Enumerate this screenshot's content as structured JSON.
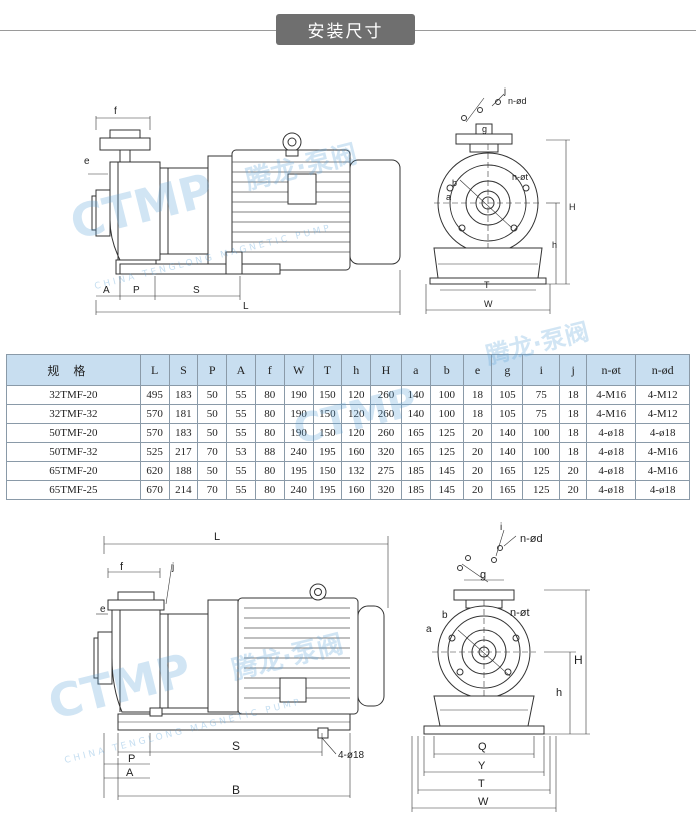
{
  "section_title": "安装尺寸",
  "watermark": {
    "brand": "CTMP",
    "cn_name": "腾龙·泵阀",
    "en_name": "CHINA TENGLONG MAGNETIC PUMP"
  },
  "top_view": {
    "side_labels": {
      "f": "f",
      "e": "e",
      "A": "A",
      "P": "P",
      "S": "S",
      "L": "L"
    },
    "front_labels": {
      "j": "j",
      "nd": "n-ød",
      "g": "g",
      "nt": "n-øt",
      "b": "b",
      "a": "a",
      "H": "H",
      "h": "h",
      "T": "T",
      "W": "W"
    }
  },
  "table": {
    "columns": [
      "规格",
      "L",
      "S",
      "P",
      "A",
      "f",
      "W",
      "T",
      "h",
      "H",
      "a",
      "b",
      "e",
      "g",
      "i",
      "j",
      "n-øt",
      "n-ød"
    ],
    "rows": [
      [
        "32TMF-20",
        "495",
        "183",
        "50",
        "55",
        "80",
        "190",
        "150",
        "120",
        "260",
        "140",
        "100",
        "18",
        "105",
        "75",
        "18",
        "4-M16",
        "4-M12"
      ],
      [
        "32TMF-32",
        "570",
        "181",
        "50",
        "55",
        "80",
        "190",
        "150",
        "120",
        "260",
        "140",
        "100",
        "18",
        "105",
        "75",
        "18",
        "4-M16",
        "4-M12"
      ],
      [
        "50TMF-20",
        "570",
        "183",
        "50",
        "55",
        "80",
        "190",
        "150",
        "120",
        "260",
        "165",
        "125",
        "20",
        "140",
        "100",
        "18",
        "4-ø18",
        "4-ø18"
      ],
      [
        "50TMF-32",
        "525",
        "217",
        "70",
        "53",
        "88",
        "240",
        "195",
        "160",
        "320",
        "165",
        "125",
        "20",
        "140",
        "100",
        "18",
        "4-ø18",
        "4-M16"
      ],
      [
        "65TMF-20",
        "620",
        "188",
        "50",
        "55",
        "80",
        "195",
        "150",
        "132",
        "275",
        "185",
        "145",
        "20",
        "165",
        "125",
        "20",
        "4-ø18",
        "4-M16"
      ],
      [
        "65TMF-25",
        "670",
        "214",
        "70",
        "55",
        "80",
        "240",
        "195",
        "160",
        "320",
        "185",
        "145",
        "20",
        "165",
        "125",
        "20",
        "4-ø18",
        "4-ø18"
      ]
    ]
  },
  "bottom_view": {
    "side_labels": {
      "L": "L",
      "f": "f",
      "j": "j",
      "e": "e",
      "P": "P",
      "S": "S",
      "A": "A",
      "B": "B",
      "holes": "4-ø18"
    },
    "front_labels": {
      "i": "i",
      "nd": "n-ød",
      "g": "g",
      "b": "b",
      "nt": "n-øt",
      "a": "a",
      "H": "H",
      "h": "h",
      "Q": "Q",
      "Y": "Y",
      "T": "T",
      "W": "W"
    }
  }
}
